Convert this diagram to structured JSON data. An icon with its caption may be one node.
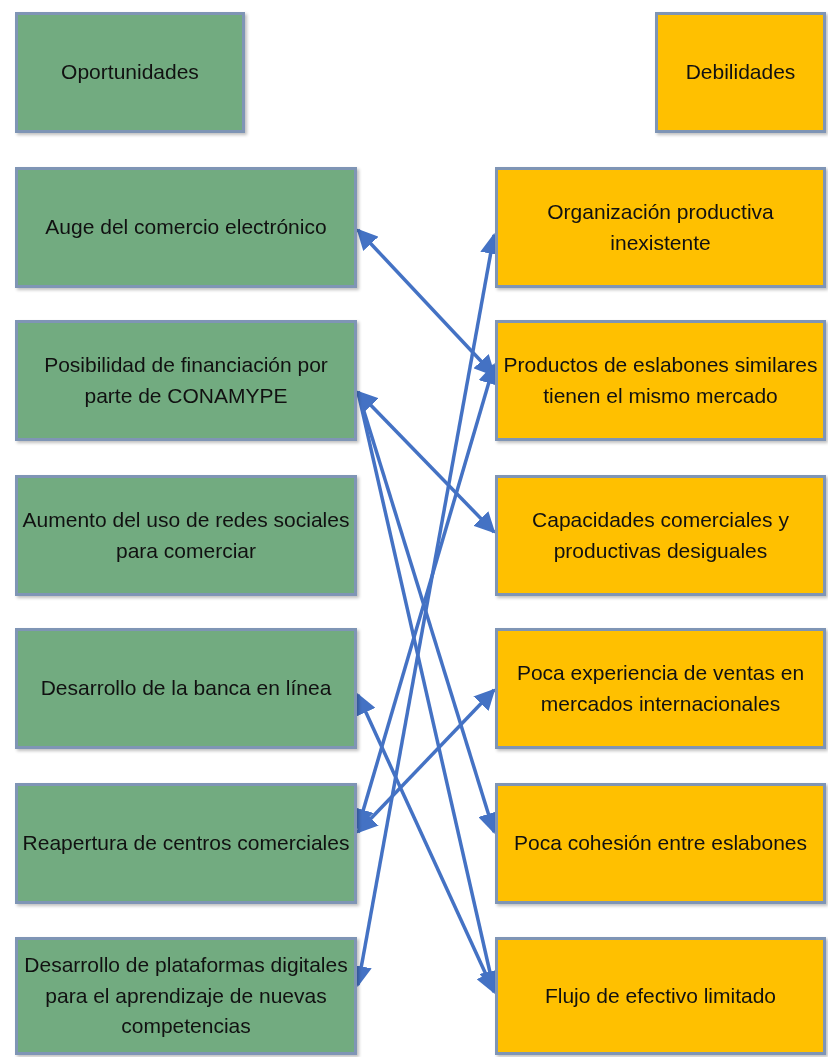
{
  "diagram": {
    "nodes": [
      {
        "text": [
          "Oportunidades"
        ]
      },
      {
        "text": [
          "Debilidades"
        ]
      },
      {
        "text": [
          "Auge del comercio electrónico"
        ]
      },
      {
        "text": [
          "Posibilidad de financiación por parte de CONAMYPE"
        ]
      },
      {
        "text": [
          "Aumento del uso de redes sociales para comerciar"
        ]
      },
      {
        "text": [
          "Desarrollo de la banca en línea"
        ]
      },
      {
        "text": [
          "Reapertura de centros comerciales"
        ]
      },
      {
        "text": [
          "Desarrollo de plataformas digitales para el aprendizaje de nuevas competencias"
        ]
      },
      {
        "text": [
          "Organización productiva inexistente"
        ]
      },
      {
        "text": [
          "Productos de eslabones similares tienen el mismo mercado"
        ]
      },
      {
        "text": [
          "Capacidades comerciales y productivas desiguales"
        ]
      },
      {
        "text": [
          "Poca experiencia de ventas en mercados internacionales"
        ]
      },
      {
        "text": [
          "Poca cohesión entre eslabones"
        ]
      },
      {
        "text": [
          "Flujo de efectivo limitado"
        ]
      }
    ],
    "edges": [
      {
        "from": 2,
        "to": 9,
        "arrow": "both"
      },
      {
        "from": 3,
        "to": 10,
        "arrow": "both"
      },
      {
        "from": 3,
        "to": 12,
        "arrow": "to"
      },
      {
        "from": 3,
        "to": 13,
        "arrow": "to"
      },
      {
        "from": 5,
        "to": 13,
        "arrow": "both"
      },
      {
        "from": 6,
        "to": 11,
        "arrow": "both"
      },
      {
        "from": 6,
        "to": 9,
        "arrow": "both"
      },
      {
        "from": 7,
        "to": 8,
        "arrow": "both"
      }
    ]
  }
}
